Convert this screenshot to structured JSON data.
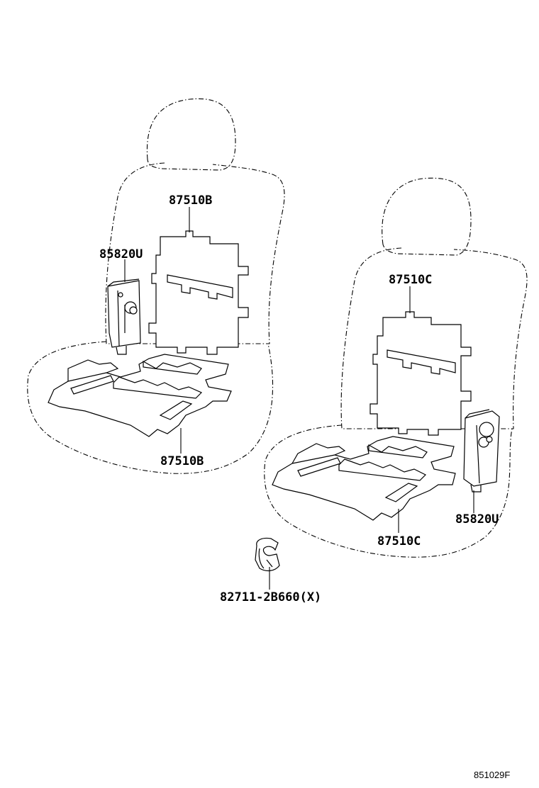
{
  "labels": {
    "left_backrest_heater": "87510B",
    "left_switch": "85820U",
    "left_cushion_heater": "87510B",
    "right_backrest_heater": "87510C",
    "right_cushion_heater": "87510C",
    "right_switch": "85820U",
    "clip": "82711-2B660(X)"
  },
  "figure_ref": "851029F"
}
